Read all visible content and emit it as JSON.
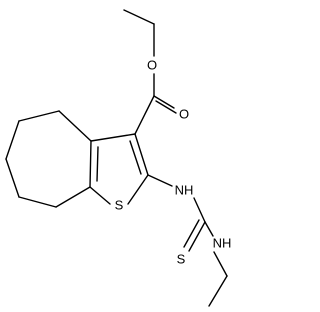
{
  "atoms": {
    "ester_oxygen": "O",
    "carbonyl_oxygen": "O",
    "ring_sulfur": "S",
    "amine_nh_left": "NH",
    "thione_sulfur": "S",
    "amine_nh_right": "NH"
  },
  "colors": {
    "bond": "#000000",
    "label": "#000000",
    "background": "#ffffff"
  }
}
